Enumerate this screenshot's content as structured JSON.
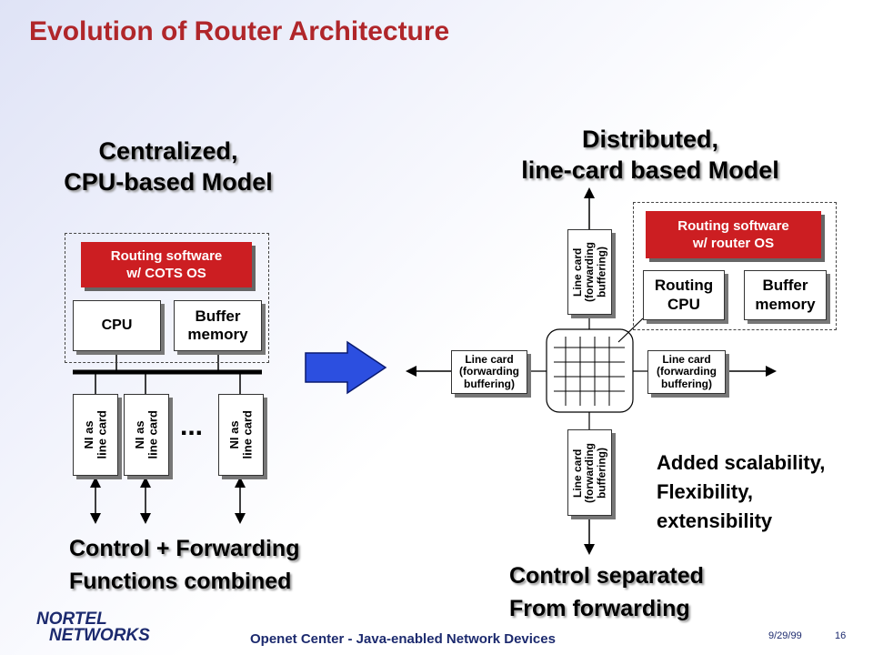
{
  "slide": {
    "title": "Evolution of Router Architecture",
    "footer": "Openet Center - Java-enabled Network Devices",
    "date": "9/29/99",
    "page_number": "16",
    "logo_line1": "NORTEL",
    "logo_line2": "NETWORKS"
  },
  "left": {
    "heading_line1": "Centralized,",
    "heading_line2": "CPU-based Model",
    "routing_software_line1": "Routing software",
    "routing_software_line2": "w/ COTS OS",
    "cpu_label": "CPU",
    "buffer_line1": "Buffer",
    "buffer_line2": "memory",
    "ni_line1": "NI as",
    "ni_line2": "line card",
    "ellipsis": "...",
    "caption_line1": "Control + Forwarding",
    "caption_line2": "Functions combined"
  },
  "right": {
    "heading_line1": "Distributed,",
    "heading_line2": "line-card based Model",
    "routing_software_line1": "Routing software",
    "routing_software_line2": "w/ router OS",
    "routing_cpu_line1": "Routing",
    "routing_cpu_line2": "CPU",
    "buffer_line1": "Buffer",
    "buffer_line2": "memory",
    "linecard_line1": "Line card",
    "linecard_line2": "(forwarding",
    "linecard_line3": "buffering)",
    "benefits_line1": "Added scalability,",
    "benefits_line2": "Flexibility,",
    "benefits_line3": "extensibility",
    "caption_line1": "Control separated",
    "caption_line2": "From forwarding"
  },
  "colors": {
    "title": "#b0262a",
    "red_box": "#cc1e22",
    "arrow_fill": "#2c4fe0",
    "footer_text": "#1c2a6e"
  }
}
